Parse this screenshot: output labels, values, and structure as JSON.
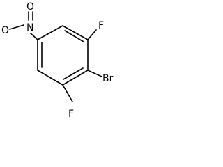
{
  "molecule": {
    "atoms": {
      "fluorine_top": "F",
      "bromine": "Br",
      "fluorine_bottom": "F",
      "nitro_oxygen_top": "O",
      "nitro_nitrogen": "N",
      "nitro_oxygen_left": "O"
    },
    "charges": {
      "nitro_oxygen_left": "-"
    }
  }
}
